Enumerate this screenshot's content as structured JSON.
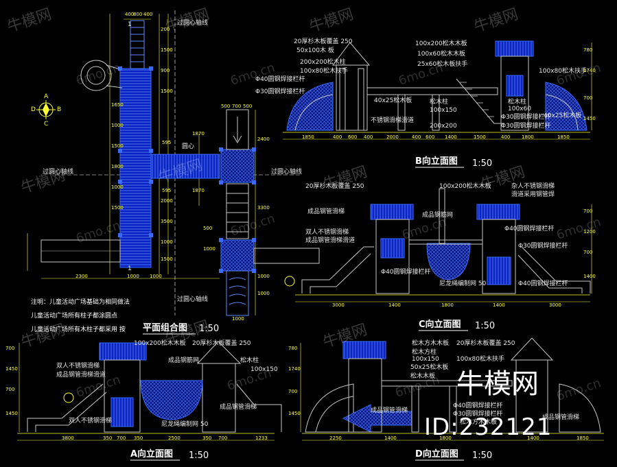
{
  "watermark": {
    "brand": "牛模网",
    "url": "6mo.cn",
    "id": "ID:232121"
  },
  "views": {
    "plan": {
      "title": "平面组合图",
      "scale": "1:50"
    },
    "b": {
      "title": "B向立面图",
      "scale": "1:50"
    },
    "c": {
      "title": "C向立面图",
      "scale": "1:50"
    },
    "a": {
      "title": "A向立面图",
      "scale": "1:50"
    },
    "d": {
      "title": "D向立面图",
      "scale": "1:50"
    }
  },
  "plan_labels": {
    "axis_top": "过圆心轴线",
    "axis_left": "过圆心轴线",
    "axis_right": "过圆心轴线",
    "axis_bottom": "过圆心轴线",
    "center": "圆心",
    "section_top": "1",
    "section_bottom": "1"
  },
  "compass": {
    "a": "A",
    "b": "B",
    "c": "C",
    "d": "D"
  },
  "notes": [
    "注明：儿童活动广场基础为相同做法",
    "儿童活动广场所有柱子都涂圆点",
    "儿童活动广场所有木柱子都采用 按"
  ],
  "b_labels": [
    "20厚杉木板覆盖 250",
    "50x100木 板",
    "200x200松木柱",
    "100x80松木扶手",
    "Φ40圆钢焊接栏杆",
    "Φ30圆钢焊接栏杆",
    "100x200松木木板",
    "100x60松木木板",
    "25x60松木板扶手",
    "100x80松木扶手",
    "40x25松木板",
    "松木柱",
    "100x150",
    "200x200",
    "不锈钢滑梯滑道",
    "松木柱",
    "100x60",
    "Φ30圆钢焊接栏杆",
    "Φ30圆钢焊接栏杆",
    "40x25松木板"
  ],
  "c_labels": [
    "20厚杉木板覆盖 250",
    "100x200松木木板",
    "杂人不锈钢滑梯",
    "滑道采用钢管焊",
    "成品钢管滑梯",
    "成品钢筋网",
    "双人不锈钢滑梯",
    "成品钢管滑梯滑道",
    "Φ40圆钢焊接栏杆",
    "Φ40圆钢焊接栏杆",
    "尼龙绳编制网 50",
    "Φ30圆钢焊接栏杆",
    "Φ40圆钢焊接栏杆"
  ],
  "a_labels": [
    "100x200松木木板",
    "20厚杉木板覆盖 250",
    "双人不锈钢滑梯",
    "成品钢管滑梯滑道",
    "成品钢筋网",
    "松木柱",
    "100x150",
    "尼龙绳编制网 50",
    "成品钢管滑梯",
    "双人不锈钢滑梯"
  ],
  "d_labels": [
    "松木方木木板",
    "松木方柱",
    "100x150",
    "50x25松木板",
    "松木木板",
    "20厚杉木板覆盖 250",
    "100x80松木扶手",
    "成品钢管滑梯",
    "Φ40圆钢焊接栏杆",
    "Φ30圆钢焊接栏杆",
    "松木方木木板",
    "成品钢管滑梯"
  ],
  "dims": {
    "plan_top": [
      "400",
      "800",
      "400"
    ],
    "plan_v": [
      "200",
      "1500",
      "900",
      "1500",
      "1650",
      "1000",
      "1500",
      "1800",
      "1000",
      "1500",
      "2000",
      "3500",
      "1000",
      "1500"
    ],
    "plan_mid": [
      "1870",
      "595",
      "595",
      "1870"
    ],
    "plan_right": [
      "500",
      "700",
      "500",
      "2400",
      "3300",
      "1000",
      "1000",
      "1000"
    ],
    "plan_bottom": [
      "2300",
      "1000",
      "1000",
      "500",
      "1000"
    ],
    "b_bottom": [
      "1850",
      "400",
      "600",
      "400",
      "2000",
      "400",
      "600",
      "1400",
      "1500",
      "400",
      "1800",
      "1850"
    ],
    "b_side": [
      "780",
      "1740",
      "700",
      "1450"
    ],
    "c_bottom": [
      "3000",
      "1400",
      "1800",
      "1400",
      "3000"
    ],
    "c_side": [
      "700",
      "1200",
      "700",
      "1400"
    ],
    "a_bottom": [
      "3800",
      "350",
      "700",
      "350",
      "2500",
      "350",
      "700",
      "1233"
    ],
    "a_side": [
      "700",
      "1450",
      "700",
      "1450"
    ],
    "d_bottom": [
      "2250",
      "1400",
      "1800",
      "1400",
      "1850"
    ],
    "d_side": [
      "780",
      "1740",
      "700",
      "1450"
    ]
  }
}
